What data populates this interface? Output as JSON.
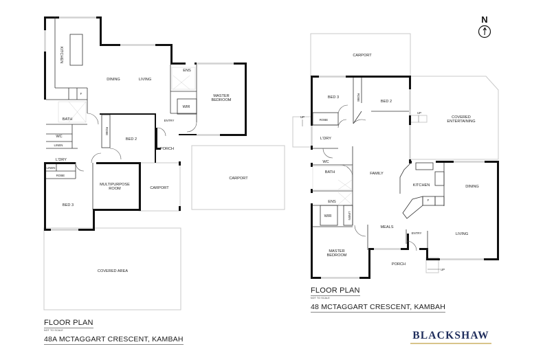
{
  "compass": {
    "letter": "N",
    "icon": "north-arrow-icon"
  },
  "plans": [
    {
      "id": "48a",
      "title": "FLOOR PLAN",
      "note": "NOT TO SCALE",
      "address": "48A MCTAGGART CRESCENT, KAMBAH",
      "rooms": {
        "kitchen": "KITCHEN",
        "dining": "DINING",
        "living": "LIVING",
        "ens": "ENS",
        "master_bedroom_1": "MASTER",
        "master_bedroom_2": "BEDROOM",
        "wir": "WIR",
        "bath": "BATH",
        "wc": "WC",
        "linen_1": "LINEN",
        "robe_bed2": "ROBE",
        "bed2": "BED 2",
        "entry": "ENTRY",
        "porch": "PORCH",
        "laundry": "L'DRY",
        "linen_2": "LINEN",
        "robe_bed3": "ROBE",
        "multipurpose_1": "MULTIPURPOSE",
        "multipurpose_2": "ROOM",
        "carport_small": "CARPORT",
        "bed3": "BED 3",
        "covered_area": "COVERED AREA",
        "carport_large": "CARPORT",
        "fridge": "F"
      }
    },
    {
      "id": "48",
      "title": "FLOOR PLAN",
      "note": "NOT TO SCALE",
      "address": "48 MCTAGGART CRESCENT, KAMBAH",
      "rooms": {
        "carport": "CARPORT",
        "bed3": "BED 3",
        "robe_bed2": "ROBE",
        "bed2": "BED 2",
        "robe_bed3": "ROBE",
        "up_1": "UP",
        "up_2": "UP",
        "up_3": "UP",
        "covered_entertaining_1": "COVERED",
        "covered_entertaining_2": "ENTERTAINING",
        "laundry": "L'DRY",
        "wc": "WC",
        "bath": "BATH",
        "family": "FAMILY",
        "kitchen": "KITCHEN",
        "dining": "DINING",
        "ens": "ENS",
        "wir": "WIR",
        "linen": "LINEN",
        "meals": "MEALS",
        "entry": "ENTRY",
        "living": "LIVING",
        "master_bedroom_1": "MASTER",
        "master_bedroom_2": "BEDROOM",
        "porch": "PORCH",
        "fridge": "F"
      }
    }
  ],
  "brand": {
    "name": "BLACKSHAW",
    "color": "#1f2d5c",
    "accent": "#d8c48a"
  }
}
